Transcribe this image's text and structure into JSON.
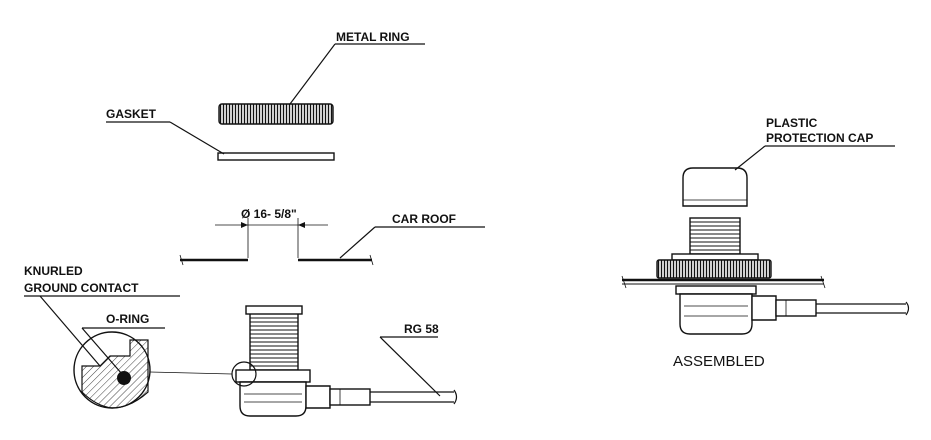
{
  "labels": {
    "metal_ring": "METAL RING",
    "gasket": "GASKET",
    "diameter": "Ø 16- 5/8\"",
    "car_roof": "CAR ROOF",
    "knurled_line1": "KNURLED",
    "knurled_line2": "GROUND CONTACT",
    "o_ring": "O-RING",
    "rg58": "RG 58",
    "plastic_line1": "PLASTIC",
    "plastic_line2": "PROTECTION CAP",
    "assembled": "ASSEMBLED"
  }
}
